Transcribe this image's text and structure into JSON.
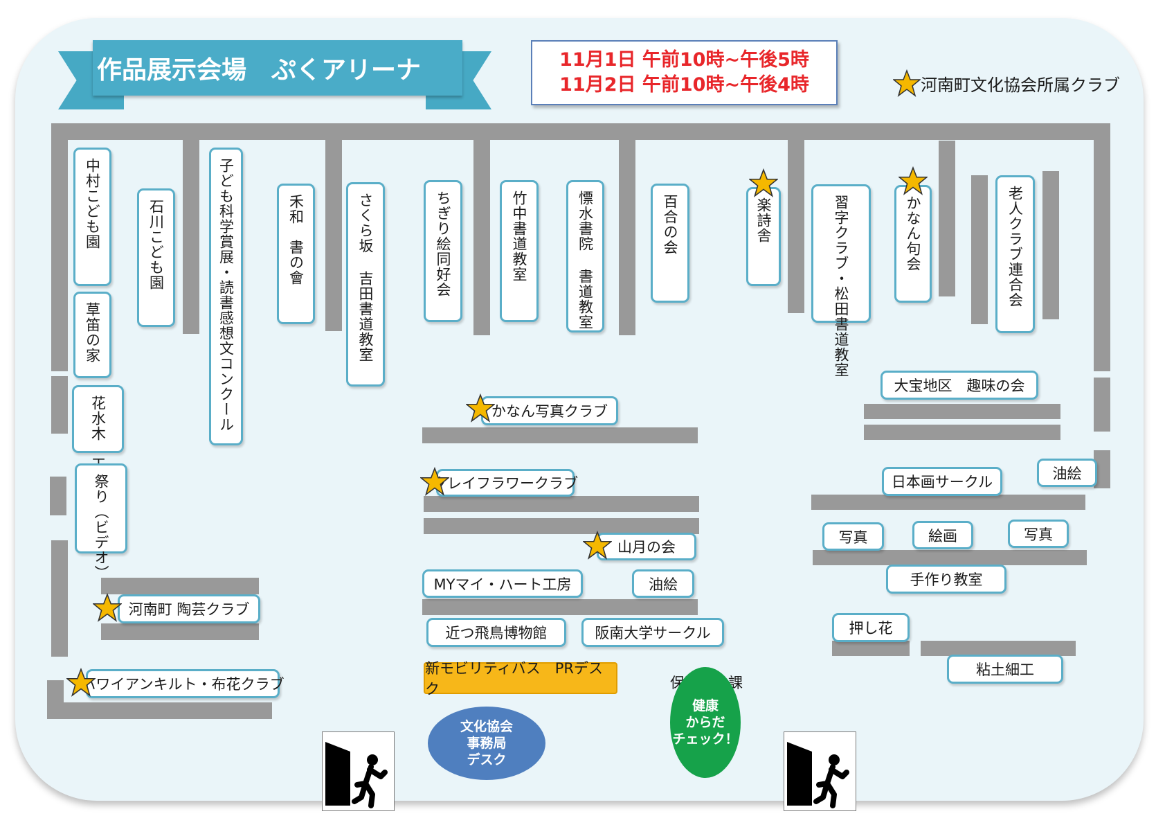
{
  "title": "作品展示会場　ぷくアリーナ",
  "hours": [
    "11月1日 午前10時~午後5時",
    "11月2日 午前10時~午後4時"
  ],
  "legend": "河南町文化協会所属クラブ",
  "booths_vertical": [
    "中村こども園",
    "草笛の家",
    "花水木　工房",
    "祭り（ビデオ）",
    "石川こども園",
    "子ども科学賞展・読書感想文コンクール",
    "禾和　書の會",
    "さくら坂 吉田書道教室",
    "ちぎり絵同好会",
    "竹中書道教室",
    "慓水書院 書道教室",
    "百合の会",
    "楽詩舎",
    "習字クラブ・松田書道教室",
    "かなん句会",
    "老人クラブ連合会"
  ],
  "booths_horizontal": [
    "かなん写真クラブ",
    "クレイフラワークラブ",
    "山月の会",
    "MYマイ・ハート工房",
    "油絵",
    "近つ飛鳥博物館",
    "阪南大学サークル",
    "河南町 陶芸クラブ",
    "ハワイアンキルト・布花クラブ",
    "大宝地区　趣味の会",
    "日本画サークル",
    "油絵",
    "写真",
    "絵画",
    "写真",
    "手作り教室",
    "押し花",
    "粘土細工"
  ],
  "pr_desk": "新モビリティバス　PRデスク",
  "office_desk": [
    "文化協会",
    "事務局",
    "デスク"
  ],
  "health_label": "保険年金課",
  "health_check": [
    "健康",
    "からだ",
    "チェック！"
  ],
  "colors": {
    "ribbon": "#4aacc8",
    "booth_border": "#5aaec8",
    "wall": "#999999",
    "star": "#f5b800",
    "pr": "#f7b719",
    "office": "#4f7fbf",
    "health": "#16a24a"
  },
  "icons": [
    "star-icon",
    "exit-icon"
  ]
}
